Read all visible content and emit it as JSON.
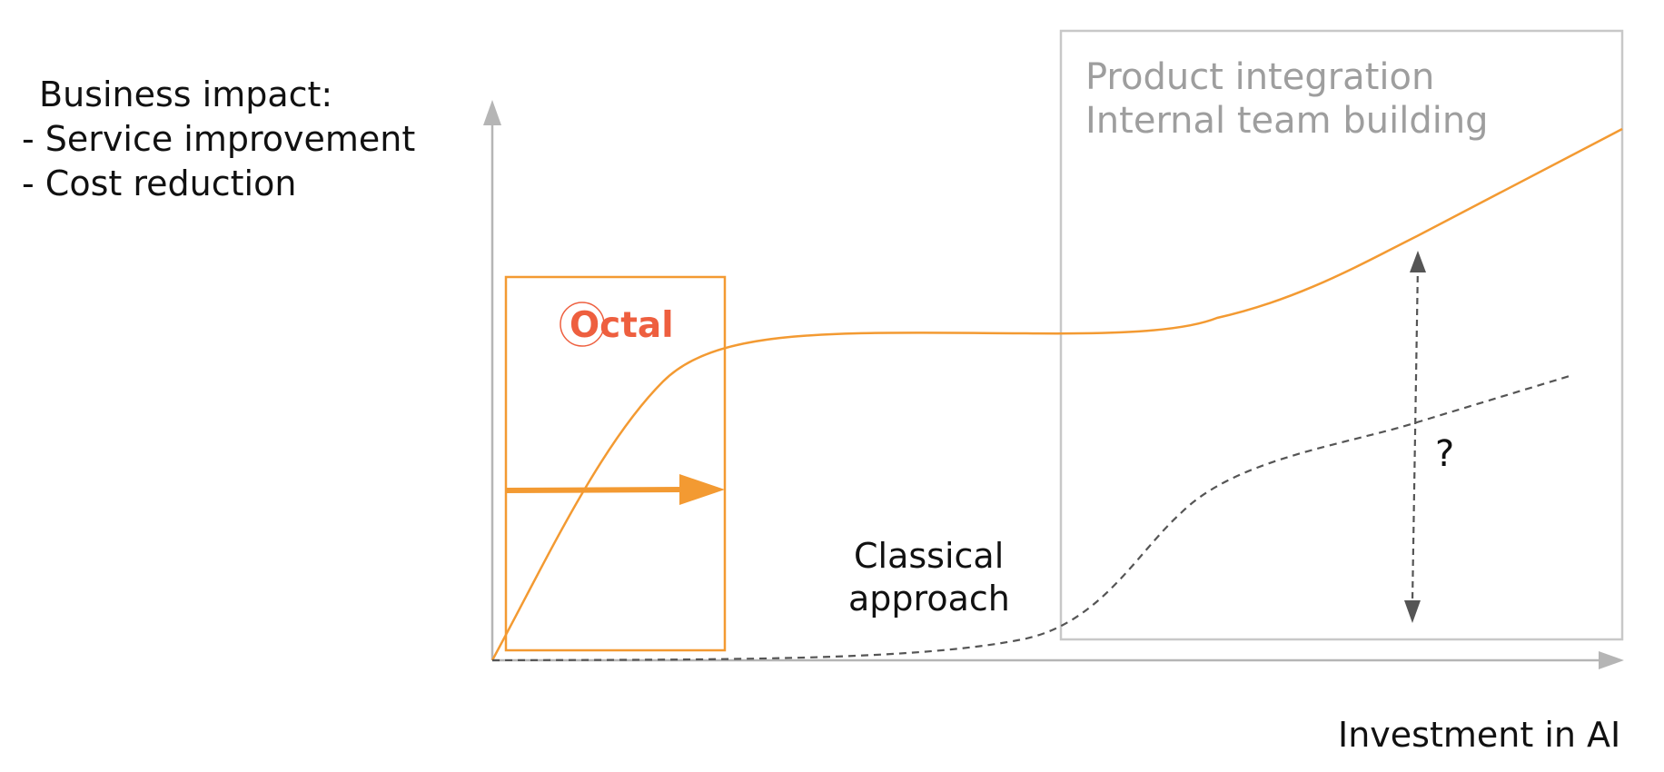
{
  "y_axis_label": {
    "title": "Business impact:",
    "items": [
      "- Service improvement",
      "- Cost reduction"
    ]
  },
  "x_axis_label": "Investment in AI",
  "logo": {
    "text": "Octal",
    "color": "#ee5f3f",
    "icon": "ring-icon"
  },
  "right_box": {
    "lines": [
      "Product integration",
      "Internal team building"
    ],
    "text_color": "#9e9e9e"
  },
  "classical_label": {
    "lines": [
      "Classical",
      "approach"
    ]
  },
  "gap_label": "?",
  "colors": {
    "accent": "#f39a32",
    "axis": "#b5b5b5",
    "box_border": "#c8c8c8",
    "dashed": "#555555"
  },
  "curves": {
    "octal": "solid orange curve: steep rise, plateau, then second rise",
    "classical": "dashed gray curve: flat, then gradual rise"
  }
}
